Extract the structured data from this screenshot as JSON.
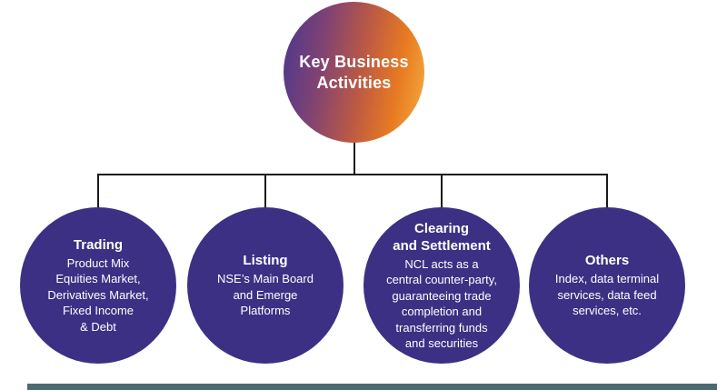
{
  "diagram": {
    "root": {
      "title": "Key Business\nActivities"
    },
    "nodes": [
      {
        "title": "Trading",
        "body": "Product Mix\nEquities Market,\nDerivatives Market,\nFixed Income\n& Debt"
      },
      {
        "title": "Listing",
        "body": "NSE’s Main Board\nand Emerge\nPlatforms"
      },
      {
        "title": "Clearing\nand Settlement",
        "body": "NCL acts as a\ncentral counter-party,\nguaranteeing trade\ncompletion and\ntransferring funds\nand securities"
      },
      {
        "title": "Others",
        "body": "Index, data terminal\nservices, data feed\nservices, etc."
      }
    ],
    "colors": {
      "node_fill": "#3c3084",
      "root_gradient_start": "#54398a",
      "root_gradient_end": "#f2a83c",
      "connector": "#1a1a1a",
      "bottom_bar": "#4c6a72",
      "text": "#ffffff"
    }
  }
}
